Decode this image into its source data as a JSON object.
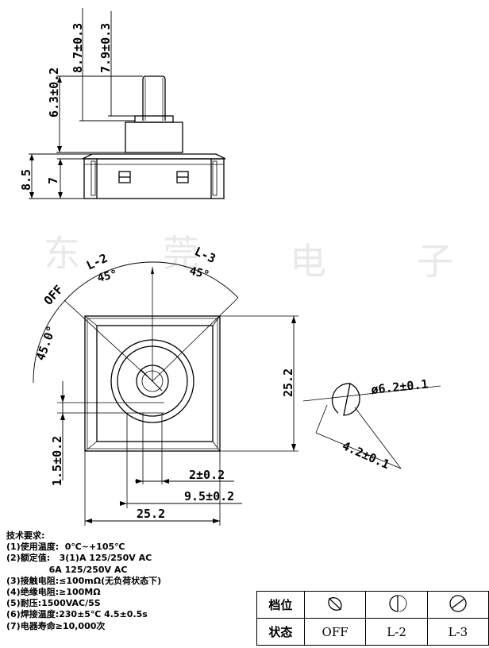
{
  "side_view": {
    "dim_87": "8.7±0.3",
    "dim_79": "7.9±0.3",
    "dim_63": "6.3±0.2",
    "dim_85": "8.5",
    "dim_7": "7"
  },
  "top_view": {
    "label_l2": "L-2",
    "label_l3": "L-3",
    "label_off": "OFF",
    "angle_l2": "45°",
    "angle_l3": "45°",
    "angle_off": "45.0°",
    "dim_252_right": "25.2",
    "dim_252_bottom": "25.2",
    "dim_15": "1.5±0.2",
    "dim_2": "2±0.2",
    "dim_95": "9.5±0.2",
    "dim_62": "ø6.2±0.1",
    "dim_42": "4.2±0.1"
  },
  "watermark": [
    "东",
    "莞",
    "电",
    "子"
  ],
  "notes": {
    "title": "技术要求:",
    "lines": [
      "(1)使用温度:  0℃~+105℃",
      "(2)额定值:   3(1)A 125/250V AC",
      "              6A 125/250V AC",
      "(3)接触电阻:≤100mΩ(无负荷状态下)",
      "(4)绝缘电阻:≥100MΩ",
      "(5)耐压:1500VAC/5S",
      "(6)焊接温度:230±5℃ 4.5±0.5s",
      "(7)电器寿命≥10,000次"
    ]
  },
  "state_table": {
    "row1_header": "档位",
    "row2_header": "状态",
    "states": [
      "OFF",
      "L-2",
      "L-3"
    ],
    "icons": [
      "shaft-off-icon",
      "shaft-l2-icon",
      "shaft-l3-icon"
    ]
  }
}
